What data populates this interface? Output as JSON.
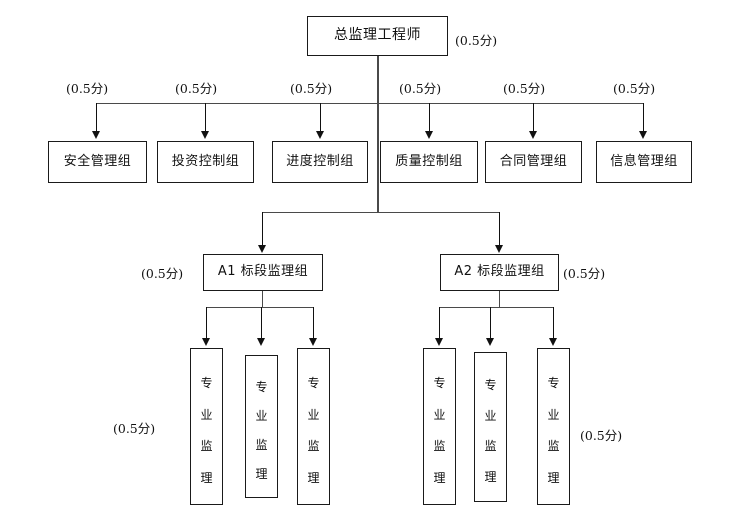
{
  "diagram": {
    "title_text": "总监理工程师",
    "score_label": "(0.5分)",
    "root": {
      "label": "总监理工程师",
      "score": "(0.5分)"
    },
    "departments": [
      {
        "label": "安全管理组",
        "score": "(0.5分)"
      },
      {
        "label": "投资控制组",
        "score": "(0.5分)"
      },
      {
        "label": "进度控制组",
        "score": "(0.5分)"
      },
      {
        "label": "质量控制组",
        "score": "(0.5分)"
      },
      {
        "label": "合同管理组",
        "score": "(0.5分)"
      },
      {
        "label": "信息管理组",
        "score": "(0.5分)"
      }
    ],
    "sections": [
      {
        "label": "A1 标段监理组",
        "score": "(0.5分)"
      },
      {
        "label": "A2 标段监理组",
        "score": "(0.5分)"
      }
    ],
    "engineer_group_left": {
      "score": "(0.5分)",
      "items": [
        {
          "chars": [
            "专",
            "业",
            "监",
            "理"
          ]
        },
        {
          "chars": [
            "专",
            "业",
            "监",
            "理"
          ]
        },
        {
          "chars": [
            "专",
            "业",
            "监",
            "理"
          ]
        }
      ]
    },
    "engineer_group_right": {
      "score": "(0.5分)",
      "items": [
        {
          "chars": [
            "专",
            "业",
            "监",
            "理"
          ]
        },
        {
          "chars": [
            "专",
            "业",
            "监",
            "理"
          ]
        },
        {
          "chars": [
            "专",
            "业",
            "监",
            "理"
          ]
        }
      ]
    },
    "colors": {
      "line": "#4a4a4a",
      "border": "#1a1a1a",
      "text": "#111111",
      "background": "#ffffff"
    }
  }
}
